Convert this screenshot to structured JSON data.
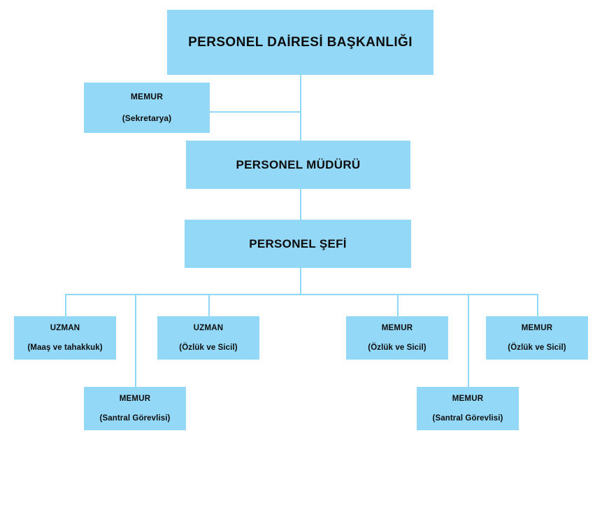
{
  "theme": {
    "box_fill": "#93D8F7",
    "line_color": "#8ED8F8",
    "text_color": "#0d0d0d",
    "background": "#ffffff"
  },
  "chart_data": {
    "type": "diagram",
    "subtype": "organization-chart",
    "title": "PERSONEL DAİRESİ BAŞKANLIĞI",
    "orientation": "top-down",
    "nodes": [
      {
        "id": "baskanlik",
        "title": "PERSONEL DAİRESİ BAŞKANLIĞI",
        "subtitle": "",
        "level": 0,
        "parent": null
      },
      {
        "id": "sekretarya",
        "title": "MEMUR",
        "subtitle": "(Sekretarya)",
        "level": 2,
        "parent": "baskanlik"
      },
      {
        "id": "mudur",
        "title": "PERSONEL MÜDÜRÜ",
        "subtitle": "",
        "level": 1,
        "parent": "baskanlik"
      },
      {
        "id": "sef",
        "title": "PERSONEL ŞEFİ",
        "subtitle": "",
        "level": 1,
        "parent": "mudur"
      },
      {
        "id": "uzman-maas",
        "title": "UZMAN",
        "subtitle": "(Maaş ve tahakkuk)",
        "level": 3,
        "parent": "sef"
      },
      {
        "id": "memur-santral-1",
        "title": "MEMUR",
        "subtitle": "(Santral Görevlisi)",
        "level": 3,
        "parent": "sef"
      },
      {
        "id": "uzman-ozluk",
        "title": "UZMAN",
        "subtitle": "(Özlük ve Sicil)",
        "level": 3,
        "parent": "sef"
      },
      {
        "id": "memur-ozluk-1",
        "title": "MEMUR",
        "subtitle": "(Özlük ve Sicil)",
        "level": 3,
        "parent": "sef"
      },
      {
        "id": "memur-santral-2",
        "title": "MEMUR",
        "subtitle": "(Santral Görevlisi)",
        "level": 3,
        "parent": "sef"
      },
      {
        "id": "memur-ozluk-2",
        "title": "MEMUR",
        "subtitle": "(Özlük ve Sicil)",
        "level": 3,
        "parent": "sef"
      }
    ]
  }
}
